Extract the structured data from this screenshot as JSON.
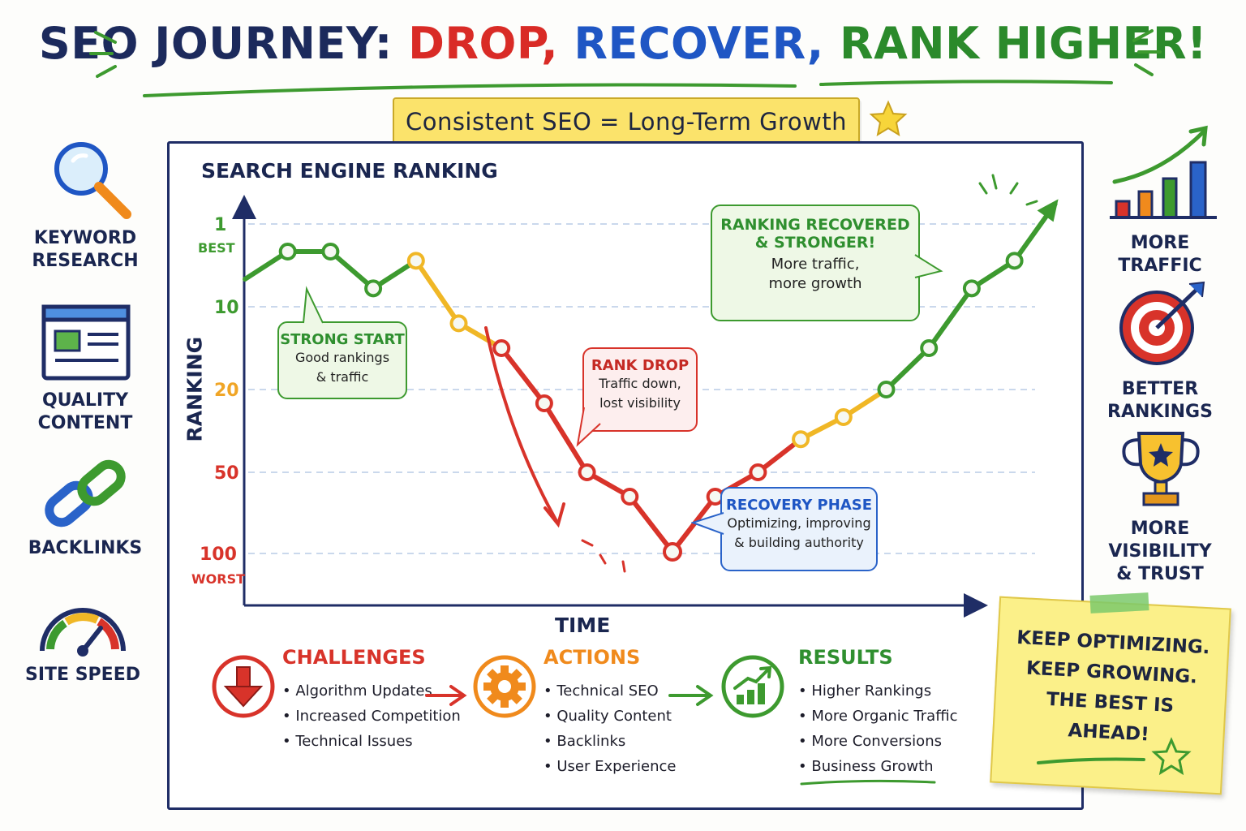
{
  "header": {
    "title_part1": "SEO JOURNEY: ",
    "title_part2": "DROP,",
    "title_part3": " RECOVER,",
    "title_part4": " RANK HIGHER!",
    "subtitle": "Consistent SEO = Long-Term Growth"
  },
  "left_sidebar": {
    "items": [
      {
        "label_line1": "KEYWORD",
        "label_line2": "RESEARCH",
        "icon": "magnifier-icon"
      },
      {
        "label_line1": "QUALITY",
        "label_line2": "CONTENT",
        "icon": "web-page-icon"
      },
      {
        "label_line1": "BACKLINKS",
        "label_line2": "",
        "icon": "chain-link-icon"
      },
      {
        "label_line1": "SITE SPEED",
        "label_line2": "",
        "icon": "speedometer-icon"
      }
    ]
  },
  "right_sidebar": {
    "items": [
      {
        "label_line1": "MORE TRAFFIC",
        "label_line2": "",
        "icon": "bar-growth-icon"
      },
      {
        "label_line1": "BETTER RANKINGS",
        "label_line2": "",
        "icon": "target-icon"
      },
      {
        "label_line1": "MORE VISIBILITY",
        "label_line2": "& TRUST",
        "icon": "trophy-icon"
      }
    ]
  },
  "chart_data": {
    "type": "line",
    "title": "SEARCH ENGINE RANKING",
    "ylabel": "RANKING",
    "xlabel": "TIME",
    "y_ticks": [
      "1",
      "10",
      "20",
      "50",
      "100"
    ],
    "y_best_label": "BEST",
    "y_worst_label": "WORST",
    "y_inverted": true,
    "y_scale": "nonlinear",
    "grid": true,
    "series": [
      {
        "values": [
          7,
          4,
          4,
          8,
          5,
          12,
          15,
          25,
          50,
          65,
          99,
          65,
          50,
          38,
          30,
          20,
          15,
          8,
          5
        ]
      }
    ],
    "segment_colors": {
      "good": "#3d9a2f",
      "warning": "#f0b726",
      "drop": "#d8332a"
    },
    "annotations": [
      {
        "id": "strong-start",
        "title": "STRONG START",
        "line1": "Good rankings",
        "line2": "& traffic"
      },
      {
        "id": "rank-drop",
        "title": "RANK DROP",
        "line1": "Traffic down,",
        "line2": "lost visibility"
      },
      {
        "id": "recovery",
        "title": "RECOVERY PHASE",
        "line1": "Optimizing, improving",
        "line2": "& building authority"
      },
      {
        "id": "recovered",
        "title_line1": "RANKING RECOVERED",
        "title_line2": "& STRONGER!",
        "line1": "More traffic,",
        "line2": "more growth"
      }
    ]
  },
  "bottom": {
    "challenges": {
      "title": "CHALLENGES",
      "color": "#d8332a",
      "items": [
        "Algorithm Updates",
        "Increased Competition",
        "Technical Issues"
      ]
    },
    "actions": {
      "title": "ACTIONS",
      "color": "#f08a1c",
      "items": [
        "Technical SEO",
        "Quality Content",
        "Backlinks",
        "User Experience"
      ]
    },
    "results": {
      "title": "RESULTS",
      "color": "#2f8f2f",
      "items": [
        "Higher Rankings",
        "More Organic Traffic",
        "More Conversions",
        "Business Growth"
      ]
    }
  },
  "sticky_note": {
    "line1": "KEEP OPTIMIZING.",
    "line2": "KEEP GROWING.",
    "line3": "THE BEST IS",
    "line4": "AHEAD!"
  }
}
